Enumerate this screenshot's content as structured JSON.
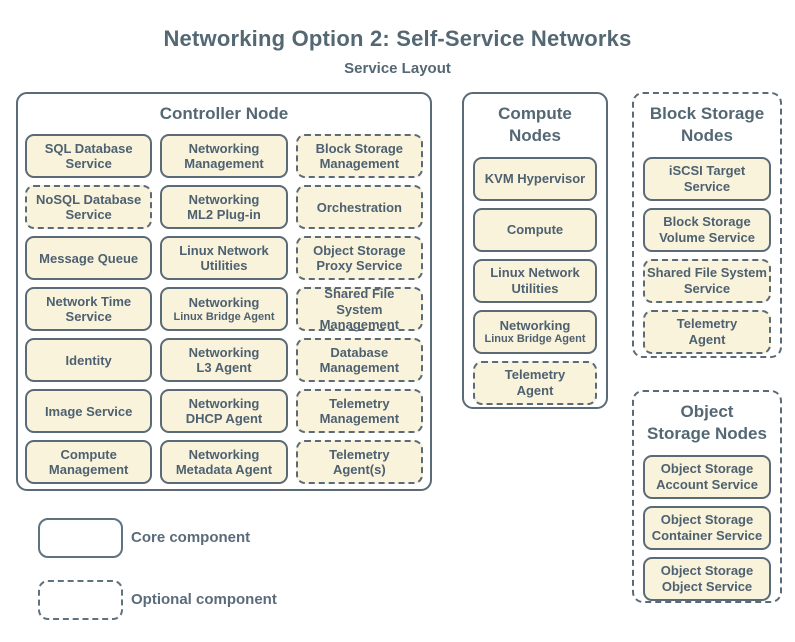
{
  "page": {
    "title": "Networking Option 2: Self-Service Networks",
    "subtitle": "Service Layout"
  },
  "colors": {
    "background": "#ffffff",
    "box_fill": "#faf3dc",
    "line": "#5a6b77",
    "text": "#4d6170",
    "heading": "#546874"
  },
  "groups": {
    "controller": {
      "title": "Controller Node",
      "type": "core",
      "services": [
        {
          "label": "SQL Database\nService",
          "style": "core"
        },
        {
          "label": "Networking\nManagement",
          "style": "core"
        },
        {
          "label": "Block Storage\nManagement",
          "style": "optional"
        },
        {
          "label": "NoSQL Database\nService",
          "style": "optional"
        },
        {
          "label": "Networking\nML2 Plug-in",
          "style": "core"
        },
        {
          "label": "Orchestration",
          "style": "optional"
        },
        {
          "label": "Message Queue",
          "style": "core"
        },
        {
          "label": "Linux Network\nUtilities",
          "style": "core"
        },
        {
          "label": "Object Storage\nProxy Service",
          "style": "optional"
        },
        {
          "label": "Network Time\nService",
          "style": "core"
        },
        {
          "label": "Networking",
          "sub": "Linux Bridge Agent",
          "style": "core"
        },
        {
          "label": "Shared File System\nManagement",
          "style": "optional"
        },
        {
          "label": "Identity",
          "style": "core"
        },
        {
          "label": "Networking\nL3 Agent",
          "style": "core"
        },
        {
          "label": "Database\nManagement",
          "style": "optional"
        },
        {
          "label": "Image Service",
          "style": "core"
        },
        {
          "label": "Networking\nDHCP Agent",
          "style": "core"
        },
        {
          "label": "Telemetry\nManagement",
          "style": "optional"
        },
        {
          "label": "Compute\nManagement",
          "style": "core"
        },
        {
          "label": "Networking\nMetadata Agent",
          "style": "core"
        },
        {
          "label": "Telemetry\nAgent(s)",
          "style": "optional"
        }
      ]
    },
    "compute": {
      "title": "Compute\nNodes",
      "type": "core",
      "services": [
        {
          "label": "KVM Hypervisor",
          "style": "core"
        },
        {
          "label": "Compute",
          "style": "core"
        },
        {
          "label": "Linux Network\nUtilities",
          "style": "core"
        },
        {
          "label": "Networking",
          "sub": "Linux Bridge Agent",
          "style": "core"
        },
        {
          "label": "Telemetry\nAgent",
          "style": "optional"
        }
      ]
    },
    "block_storage": {
      "title": "Block Storage\nNodes",
      "type": "optional",
      "services": [
        {
          "label": "iSCSI Target\nService",
          "style": "core"
        },
        {
          "label": "Block Storage\nVolume Service",
          "style": "core"
        },
        {
          "label": "Shared File System\nService",
          "style": "optional"
        },
        {
          "label": "Telemetry\nAgent",
          "style": "optional"
        }
      ]
    },
    "object_storage": {
      "title": "Object\nStorage Nodes",
      "type": "optional",
      "services": [
        {
          "label": "Object Storage\nAccount Service",
          "style": "core"
        },
        {
          "label": "Object Storage\nContainer Service",
          "style": "core"
        },
        {
          "label": "Object Storage\nObject Service",
          "style": "core"
        }
      ]
    }
  },
  "legend": {
    "core": {
      "label": "Core component"
    },
    "optional": {
      "label": "Optional component"
    }
  }
}
